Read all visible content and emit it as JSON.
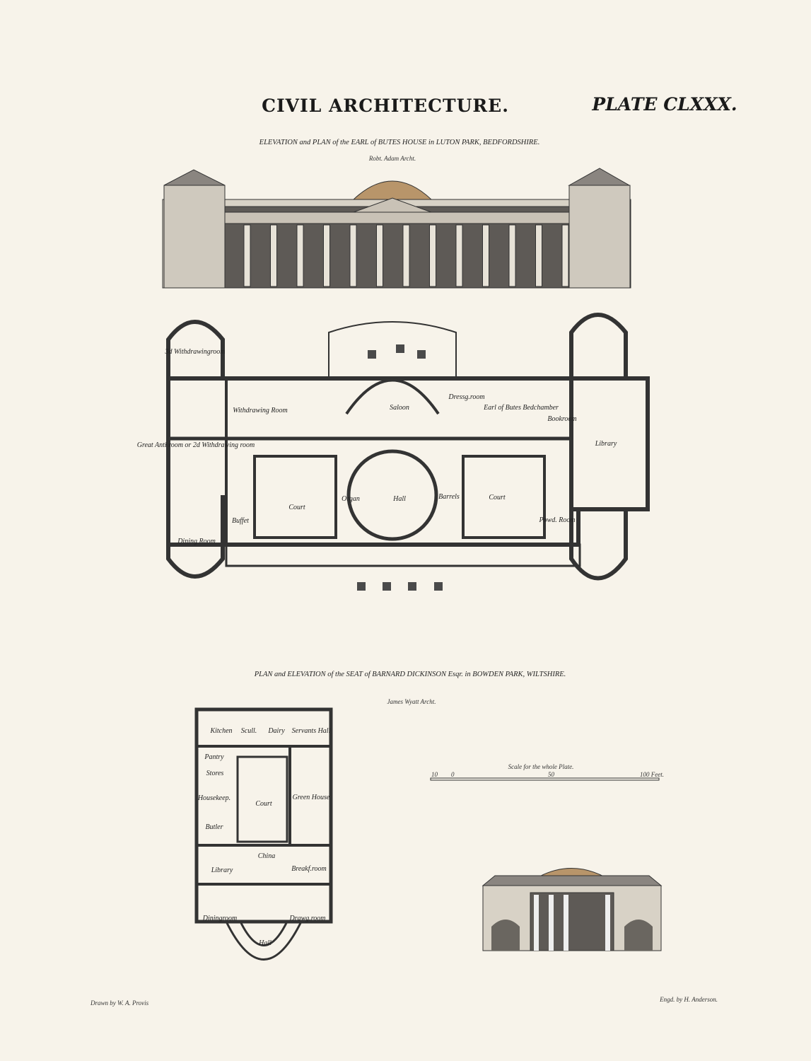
{
  "header": {
    "title": "CIVIL ARCHITECTURE.",
    "plate": "PLATE CLXXX."
  },
  "luton": {
    "caption": "ELEVATION and PLAN of the EARL of BUTES HOUSE in LUTON PARK, BEDFORDSHIRE.",
    "architect": "Robt. Adam Archt.",
    "rooms": [
      "3d Withdrawingroom",
      "Withdrawing Room",
      "Saloon",
      "Dressg.room",
      "Earl of Butes Bedchamber",
      "Bookroom",
      "Great Anti room or 2d Withdrawing room",
      "Library",
      "Court",
      "Organ",
      "Hall",
      "Barrels",
      "Court",
      "Buffet",
      "Dining Room",
      "Powd. Room"
    ]
  },
  "bowden": {
    "caption": "PLAN and ELEVATION of the SEAT of BARNARD DICKINSON Esqr. in BOWDEN PARK, WILTSHIRE.",
    "architect": "James Wyatt Archt.",
    "rooms": [
      "Kitchen",
      "Scull.",
      "Dairy",
      "Servants Hall",
      "Pantry",
      "Stores",
      "Housekeep.",
      "Court",
      "Green House",
      "Butler",
      "China",
      "Library",
      "Breakf.room",
      "Diningroom",
      "Drawg.room",
      "Hall"
    ]
  },
  "scale": {
    "title": "Scale for the whole Plate.",
    "ticks": [
      "10",
      "0",
      "50",
      "100 Feet."
    ]
  },
  "credits": {
    "drawn": "Drawn by W. A. Provis",
    "engraved": "Engd. by H. Anderson."
  },
  "colors": {
    "paper": "#f7f3ea",
    "ink": "#333333",
    "dome": "#b8956a"
  }
}
